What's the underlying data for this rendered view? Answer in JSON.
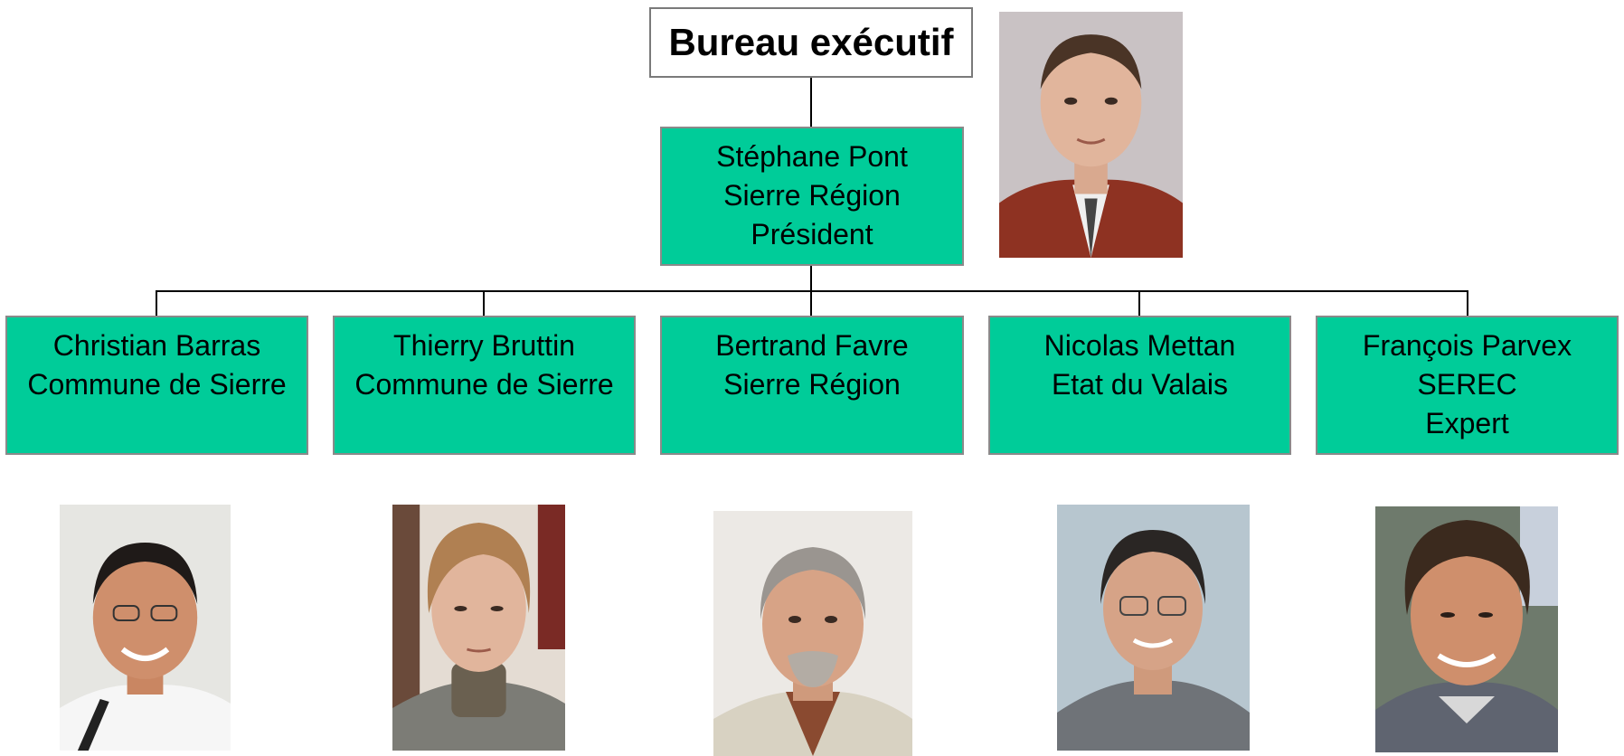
{
  "title": "Bureau exécutif",
  "president": {
    "name": "Stéphane Pont",
    "org": "Sierre Région",
    "role": "Président"
  },
  "members": [
    {
      "name": "Christian Barras",
      "org": "Commune de Sierre",
      "role": ""
    },
    {
      "name": "Thierry Bruttin",
      "org": "Commune de Sierre",
      "role": ""
    },
    {
      "name": "Bertrand Favre",
      "org": "Sierre Région",
      "role": ""
    },
    {
      "name": "Nicolas Mettan",
      "org": "Etat du Valais",
      "role": ""
    },
    {
      "name": "François Parvex",
      "org": "SEREC",
      "role": "Expert"
    }
  ],
  "colors": {
    "node_fill": "#00cc99",
    "node_border": "#8a8a8a",
    "connector": "#000000"
  }
}
